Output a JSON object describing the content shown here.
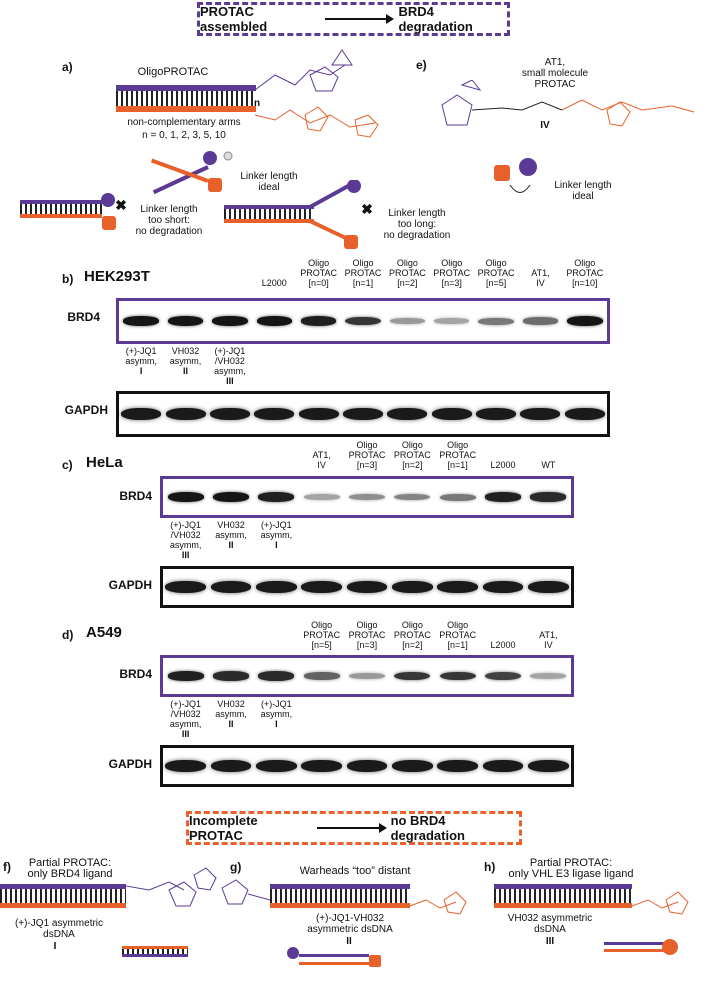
{
  "colors": {
    "purple": "#5b3a96",
    "orange": "#e8602a",
    "black": "#111111"
  },
  "top_banner": {
    "left": "PROTAC assembled",
    "right": "BRD4 degradation"
  },
  "bottom_banner": {
    "left": "Incomplete PROTAC",
    "right": "no BRD4 degradation"
  },
  "panel_a": {
    "letter": "a)",
    "title": "OligoPROTAC",
    "arms": "non-complementary arms",
    "n_values": "n = 0, 1, 2, 3, 5, 10",
    "n": "n",
    "ideal": "Linker length\nideal",
    "short": "Linker length\ntoo short:\nno degradation",
    "long": "Linker length\ntoo long:\nno degradation"
  },
  "panel_e": {
    "letter": "e)",
    "title": "AT1,\nsmall molecule\nPROTAC",
    "compound": "IV",
    "ideal": "Linker length\nideal"
  },
  "panel_b": {
    "letter": "b)",
    "cell": "HEK293T",
    "brd4": "BRD4",
    "gapdh": "GAPDH",
    "lanes": [
      "",
      "",
      "",
      "L2000",
      "Oligo\nPROTAC\n[n=0]",
      "Oligo\nPROTAC\n[n=1]",
      "Oligo\nPROTAC\n[n=2]",
      "Oligo\nPROTAC\n[n=3]",
      "Oligo\nPROTAC\n[n=5]",
      "AT1,\nIV",
      "Oligo\nPROTAC\n[n=10]"
    ],
    "sub_labels": [
      {
        "text": "(+)-JQ1\nasymm,",
        "id": "I"
      },
      {
        "text": "VH032\nasymm,",
        "id": "II"
      },
      {
        "text": "(+)-JQ1\n/VH032\nasymm,",
        "id": "III"
      }
    ],
    "brd4_intensity": [
      0.95,
      0.95,
      0.95,
      0.95,
      0.9,
      0.8,
      0.35,
      0.3,
      0.5,
      0.55,
      0.95
    ]
  },
  "panel_c": {
    "letter": "c)",
    "cell": "HeLa",
    "brd4": "BRD4",
    "gapdh": "GAPDH",
    "lanes": [
      "",
      "",
      "",
      "AT1,\nIV",
      "Oligo\nPROTAC\n[n=3]",
      "Oligo\nPROTAC\n[n=2]",
      "Oligo\nPROTAC\n[n=1]",
      "L2000",
      "WT"
    ],
    "sub_labels": [
      {
        "text": "(+)-JQ1\n/VH032\nasymm,",
        "id": "III"
      },
      {
        "text": "VH032\nasymm,",
        "id": "II"
      },
      {
        "text": "(+)-JQ1\nasymm,",
        "id": "I"
      }
    ],
    "brd4_intensity": [
      0.95,
      0.95,
      0.9,
      0.3,
      0.4,
      0.45,
      0.5,
      0.9,
      0.85
    ]
  },
  "panel_d": {
    "letter": "d)",
    "cell": "A549",
    "brd4": "BRD4",
    "gapdh": "GAPDH",
    "lanes": [
      "",
      "",
      "",
      "Oligo\nPROTAC\n[n=5]",
      "Oligo\nPROTAC\n[n=3]",
      "Oligo\nPROTAC\n[n=2]",
      "Oligo\nPROTAC\n[n=1]",
      "L2000",
      "AT1,\nIV"
    ],
    "sub_labels": [
      {
        "text": "(+)-JQ1\n/VH032\nasymm,",
        "id": "III"
      },
      {
        "text": "VH032\nasymm,",
        "id": "II"
      },
      {
        "text": "(+)-JQ1\nasymm,",
        "id": "I"
      }
    ],
    "brd4_intensity": [
      0.9,
      0.85,
      0.85,
      0.6,
      0.35,
      0.8,
      0.8,
      0.75,
      0.3
    ]
  },
  "panel_f": {
    "letter": "f)",
    "title": "Partial PROTAC:\nonly BRD4 ligand",
    "desc": "(+)-JQ1 asymmetric\ndsDNA",
    "id": "I"
  },
  "panel_g": {
    "letter": "g)",
    "title": "Warheads “too” distant",
    "desc": "(+)-JQ1-VH032\nasymmetric dsDNA",
    "id": "II"
  },
  "panel_h": {
    "letter": "h)",
    "title": "Partial PROTAC:\nonly VHL E3 ligase ligand",
    "desc": "VH032 asymmetric\ndsDNA",
    "id": "III"
  }
}
